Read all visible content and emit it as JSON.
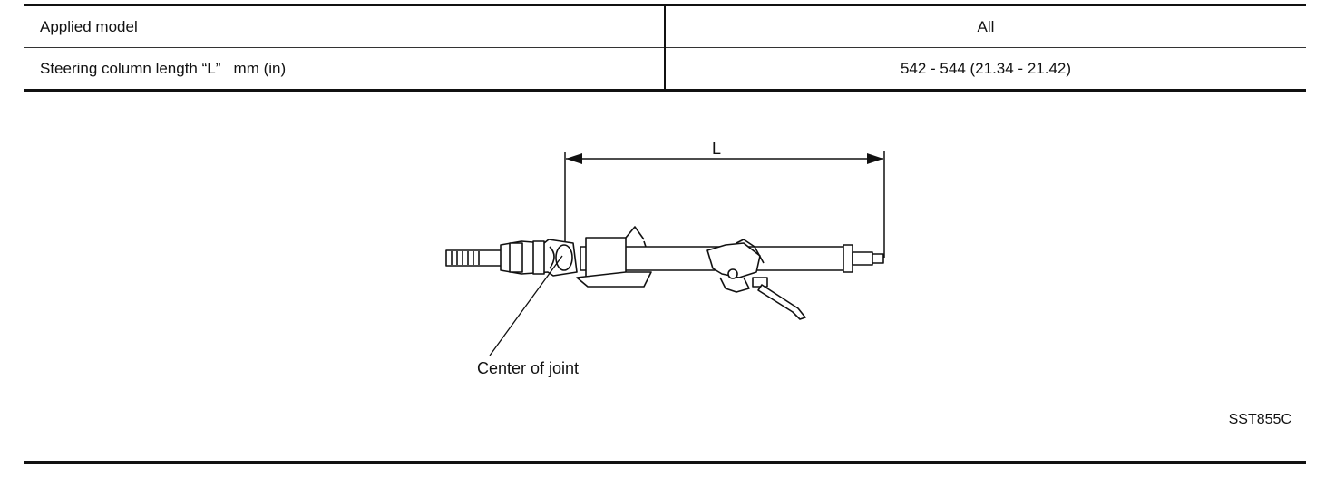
{
  "table": {
    "rows": [
      {
        "label": "Applied model",
        "value": "All"
      },
      {
        "label": "Steering column length “L”   mm (in)",
        "value": "542 - 544 (21.34 - 21.42)"
      }
    ]
  },
  "figure": {
    "dimension_label": "L",
    "callout": "Center of joint",
    "figure_id": "SST855C"
  }
}
